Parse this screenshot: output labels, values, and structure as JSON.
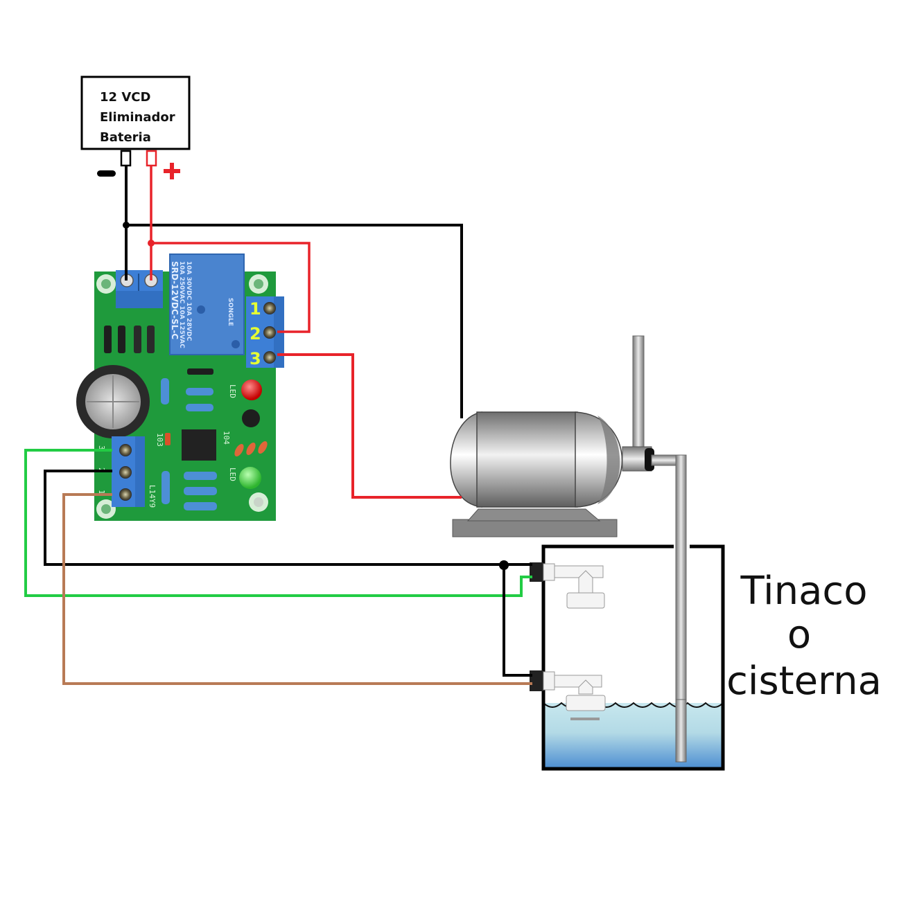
{
  "power_supply": {
    "lines": [
      "12 VCD",
      "Eliminador",
      "Bateria"
    ],
    "negative_symbol": "−",
    "positive_symbol": "+"
  },
  "relay_module": {
    "relay": {
      "brand": "SONGLE",
      "model": "SRD-12VDC-SL-C",
      "rating_line_1": "10A 250VAC 10A 125VAC",
      "rating_line_2": "10A 30VDC 10A 28VDC"
    },
    "relay_terminals": [
      "1",
      "2",
      "3"
    ],
    "sensor_terminals": [
      "3",
      "2",
      "1"
    ],
    "silkscreen": {
      "led_top": "LED",
      "led_bottom": "LED",
      "cap_code": "104",
      "res_code": "103",
      "board_code": "L14Y9"
    }
  },
  "tank": {
    "label_lines": [
      "Tinaco",
      "o",
      "cisterna"
    ]
  },
  "wire_colors": {
    "negative": "#000000",
    "positive": "#e8232a",
    "sensor_high": "#22cc44",
    "sensor_common": "#000000",
    "sensor_low": "#b87a55"
  },
  "colors": {
    "pcb": "#1f9a3c",
    "terminal_block": "#3d7fd6",
    "relay_body": "#4a84cf",
    "water_top": "#bfe3ea",
    "water_bottom": "#4d8fd0"
  }
}
